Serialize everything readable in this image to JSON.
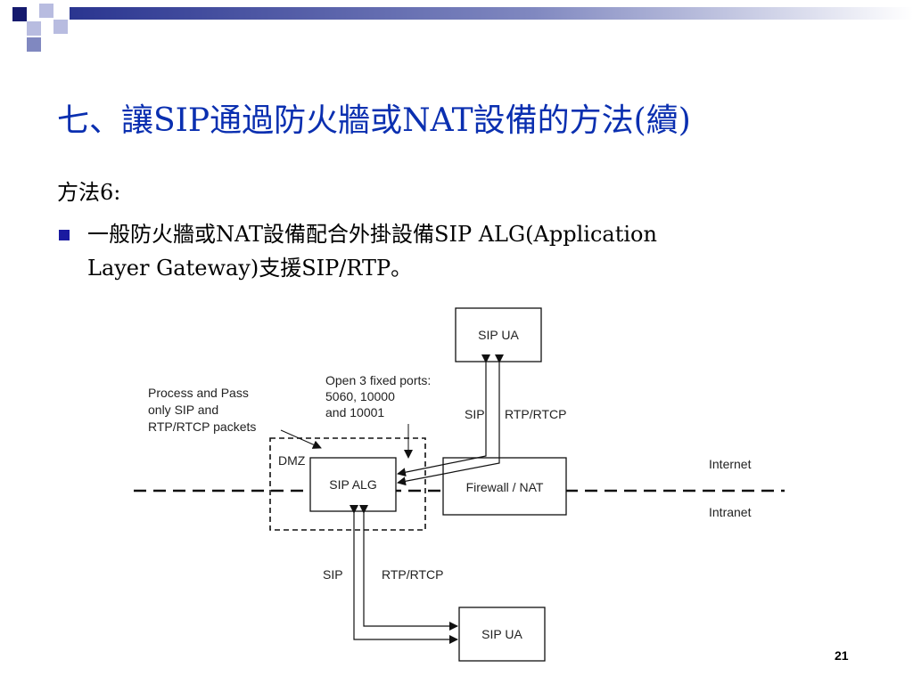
{
  "slide": {
    "title": "七、讓SIP通過防火牆或NAT設備的方法(續)",
    "method_label": "方法6:",
    "bullet_line1": "一般防火牆或NAT設備配合外掛設備SIP ALG(Application",
    "bullet_line2": "Layer Gateway)支援SIP/RTP。",
    "page_number": "21"
  },
  "diagram": {
    "sip_ua_top": "SIP UA",
    "sip_ua_bottom": "SIP UA",
    "sip_alg": "SIP ALG",
    "firewall": "Firewall / NAT",
    "dmz": "DMZ",
    "internet": "Internet",
    "intranet": "Intranet",
    "note_left": [
      "Process and Pass",
      "only SIP and",
      "RTP/RTCP packets"
    ],
    "note_ports": [
      "Open 3 fixed ports:",
      "5060, 10000",
      "and 10001"
    ],
    "sip_top": "SIP",
    "rtp_top": "RTP/RTCP",
    "sip_bottom": "SIP",
    "rtp_bottom": "RTP/RTCP"
  },
  "colors": {
    "title": "#0a2fb0",
    "bullet": "#1a1aa0"
  }
}
